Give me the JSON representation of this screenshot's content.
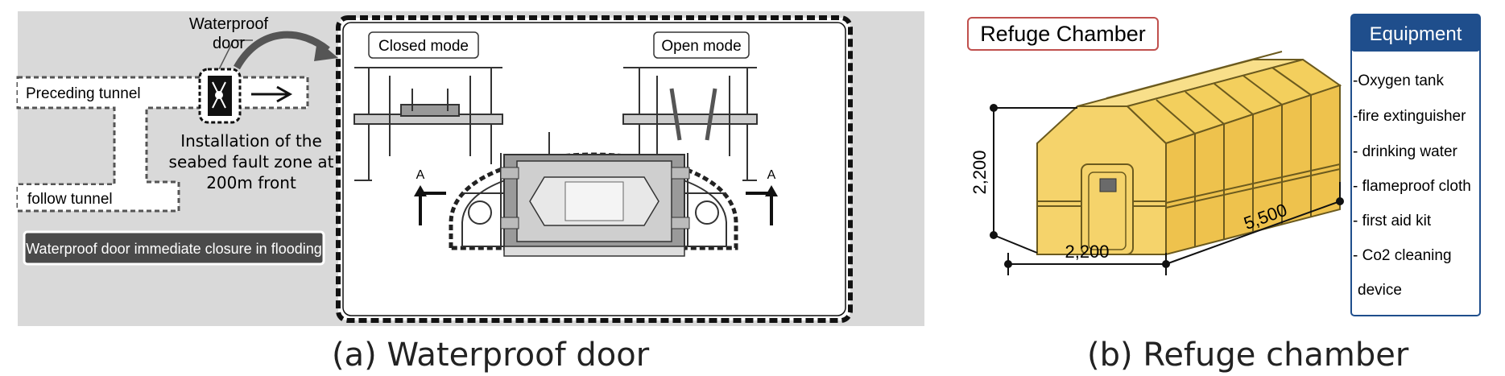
{
  "panel_a": {
    "waterproof_door_line1": "Waterproof",
    "waterproof_door_line2": "door",
    "preceding_tunnel": "Preceding tunnel",
    "follow_tunnel": "follow tunnel",
    "installation_line1": "Installation of the",
    "installation_line2": "seabed fault zone at",
    "installation_line3": "200m front",
    "closure_note": "Waterproof door immediate closure in flooding",
    "closed_mode": "Closed mode",
    "open_mode": "Open mode",
    "section_a_left": "A",
    "section_a_right": "A"
  },
  "panel_b": {
    "title": "Refuge Chamber",
    "dim_height": "2,200",
    "dim_width": "2,200",
    "dim_length": "5,500",
    "equipment_header": "Equipment",
    "equipment_items": [
      "-Oxygen tank",
      "-fire extinguisher",
      "- drinking water",
      "- flameproof cloth",
      "- first aid kit",
      "- Co2 cleaning",
      "device"
    ]
  },
  "captions": {
    "a": "(a) Waterproof door",
    "b": "(b) Refuge chamber"
  },
  "colors": {
    "panel_a_bg": "#d9d9d9",
    "chamber_yellow": "#f5d36b",
    "equipment_header_bg": "#1f4e8c",
    "title_border": "#c0504d"
  }
}
